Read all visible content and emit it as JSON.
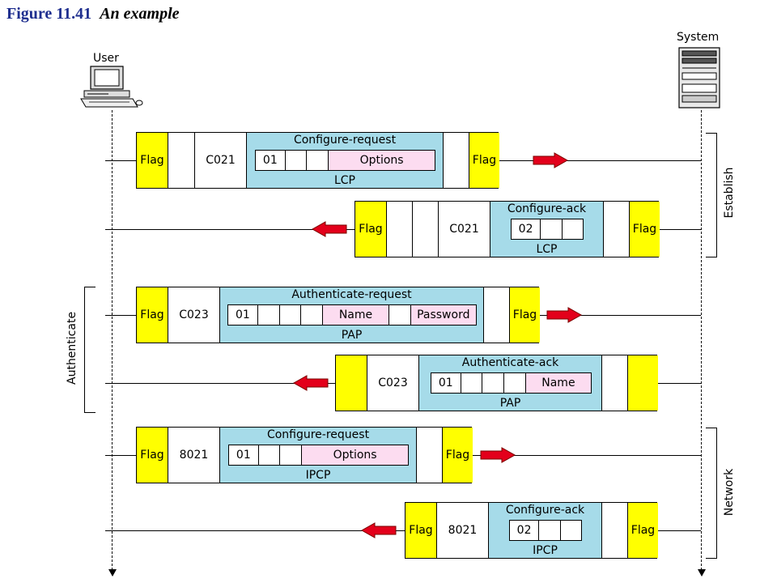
{
  "figure": {
    "number": "Figure 11.41",
    "caption": "An example"
  },
  "hosts": {
    "user": "User",
    "system": "System"
  },
  "phases": {
    "establish": "Establish",
    "authenticate": "Authenticate",
    "network": "Network"
  },
  "frames": [
    {
      "direction": "right",
      "cells": [
        {
          "text": "Flag",
          "type": "flag"
        },
        {
          "text": "",
          "type": "blank"
        },
        {
          "text": "C021",
          "type": "text"
        },
        {
          "type": "payload",
          "title": "Configure-request",
          "protocol": "LCP",
          "fields": [
            {
              "text": "01"
            },
            {
              "text": ""
            },
            {
              "text": ""
            },
            {
              "text": "Options",
              "pink": true
            }
          ]
        },
        {
          "text": "",
          "type": "blank"
        },
        {
          "text": "Flag",
          "type": "flag"
        }
      ]
    },
    {
      "direction": "left",
      "cells": [
        {
          "text": "Flag",
          "type": "flag"
        },
        {
          "text": "",
          "type": "blank"
        },
        {
          "text": "",
          "type": "blank"
        },
        {
          "text": "C021",
          "type": "text"
        },
        {
          "type": "payload",
          "title": "Configure-ack",
          "protocol": "LCP",
          "fields": [
            {
              "text": "02"
            },
            {
              "text": ""
            },
            {
              "text": ""
            }
          ]
        },
        {
          "text": "",
          "type": "blank"
        },
        {
          "text": "Flag",
          "type": "flag"
        }
      ]
    },
    {
      "direction": "right",
      "cells": [
        {
          "text": "Flag",
          "type": "flag"
        },
        {
          "text": "C023",
          "type": "text"
        },
        {
          "type": "payload",
          "title": "Authenticate-request",
          "protocol": "PAP",
          "fields": [
            {
              "text": "01"
            },
            {
              "text": ""
            },
            {
              "text": ""
            },
            {
              "text": ""
            },
            {
              "text": "Name",
              "pink": true
            },
            {
              "text": ""
            },
            {
              "text": "Password",
              "pink": true
            }
          ]
        },
        {
          "text": "",
          "type": "blank"
        },
        {
          "text": "Flag",
          "type": "flag"
        }
      ]
    },
    {
      "direction": "left",
      "cells": [
        {
          "text": "",
          "type": "flag"
        },
        {
          "text": "C023",
          "type": "text"
        },
        {
          "type": "payload",
          "title": "Authenticate-ack",
          "protocol": "PAP",
          "fields": [
            {
              "text": "01"
            },
            {
              "text": ""
            },
            {
              "text": ""
            },
            {
              "text": ""
            },
            {
              "text": "Name",
              "pink": true
            }
          ]
        },
        {
          "text": "",
          "type": "blank"
        },
        {
          "text": "",
          "type": "flag"
        }
      ]
    },
    {
      "direction": "right",
      "cells": [
        {
          "text": "Flag",
          "type": "flag"
        },
        {
          "text": "8021",
          "type": "text"
        },
        {
          "type": "payload",
          "title": "Configure-request",
          "protocol": "IPCP",
          "fields": [
            {
              "text": "01"
            },
            {
              "text": ""
            },
            {
              "text": ""
            },
            {
              "text": "Options",
              "pink": true
            }
          ]
        },
        {
          "text": "",
          "type": "blank"
        },
        {
          "text": "Flag",
          "type": "flag"
        }
      ]
    },
    {
      "direction": "left",
      "cells": [
        {
          "text": "Flag",
          "type": "flag"
        },
        {
          "text": "8021",
          "type": "text"
        },
        {
          "type": "payload",
          "title": "Configure-ack",
          "protocol": "IPCP",
          "fields": [
            {
              "text": "02"
            },
            {
              "text": ""
            },
            {
              "text": ""
            }
          ]
        },
        {
          "text": "",
          "type": "blank"
        },
        {
          "text": "Flag",
          "type": "flag"
        }
      ]
    }
  ],
  "colors": {
    "flag": "#ffff00",
    "payload": "#a6dbe9",
    "field_highlight": "#fcdcf0",
    "arrow": "#e3001b",
    "title_number": "#1f2f8f"
  }
}
